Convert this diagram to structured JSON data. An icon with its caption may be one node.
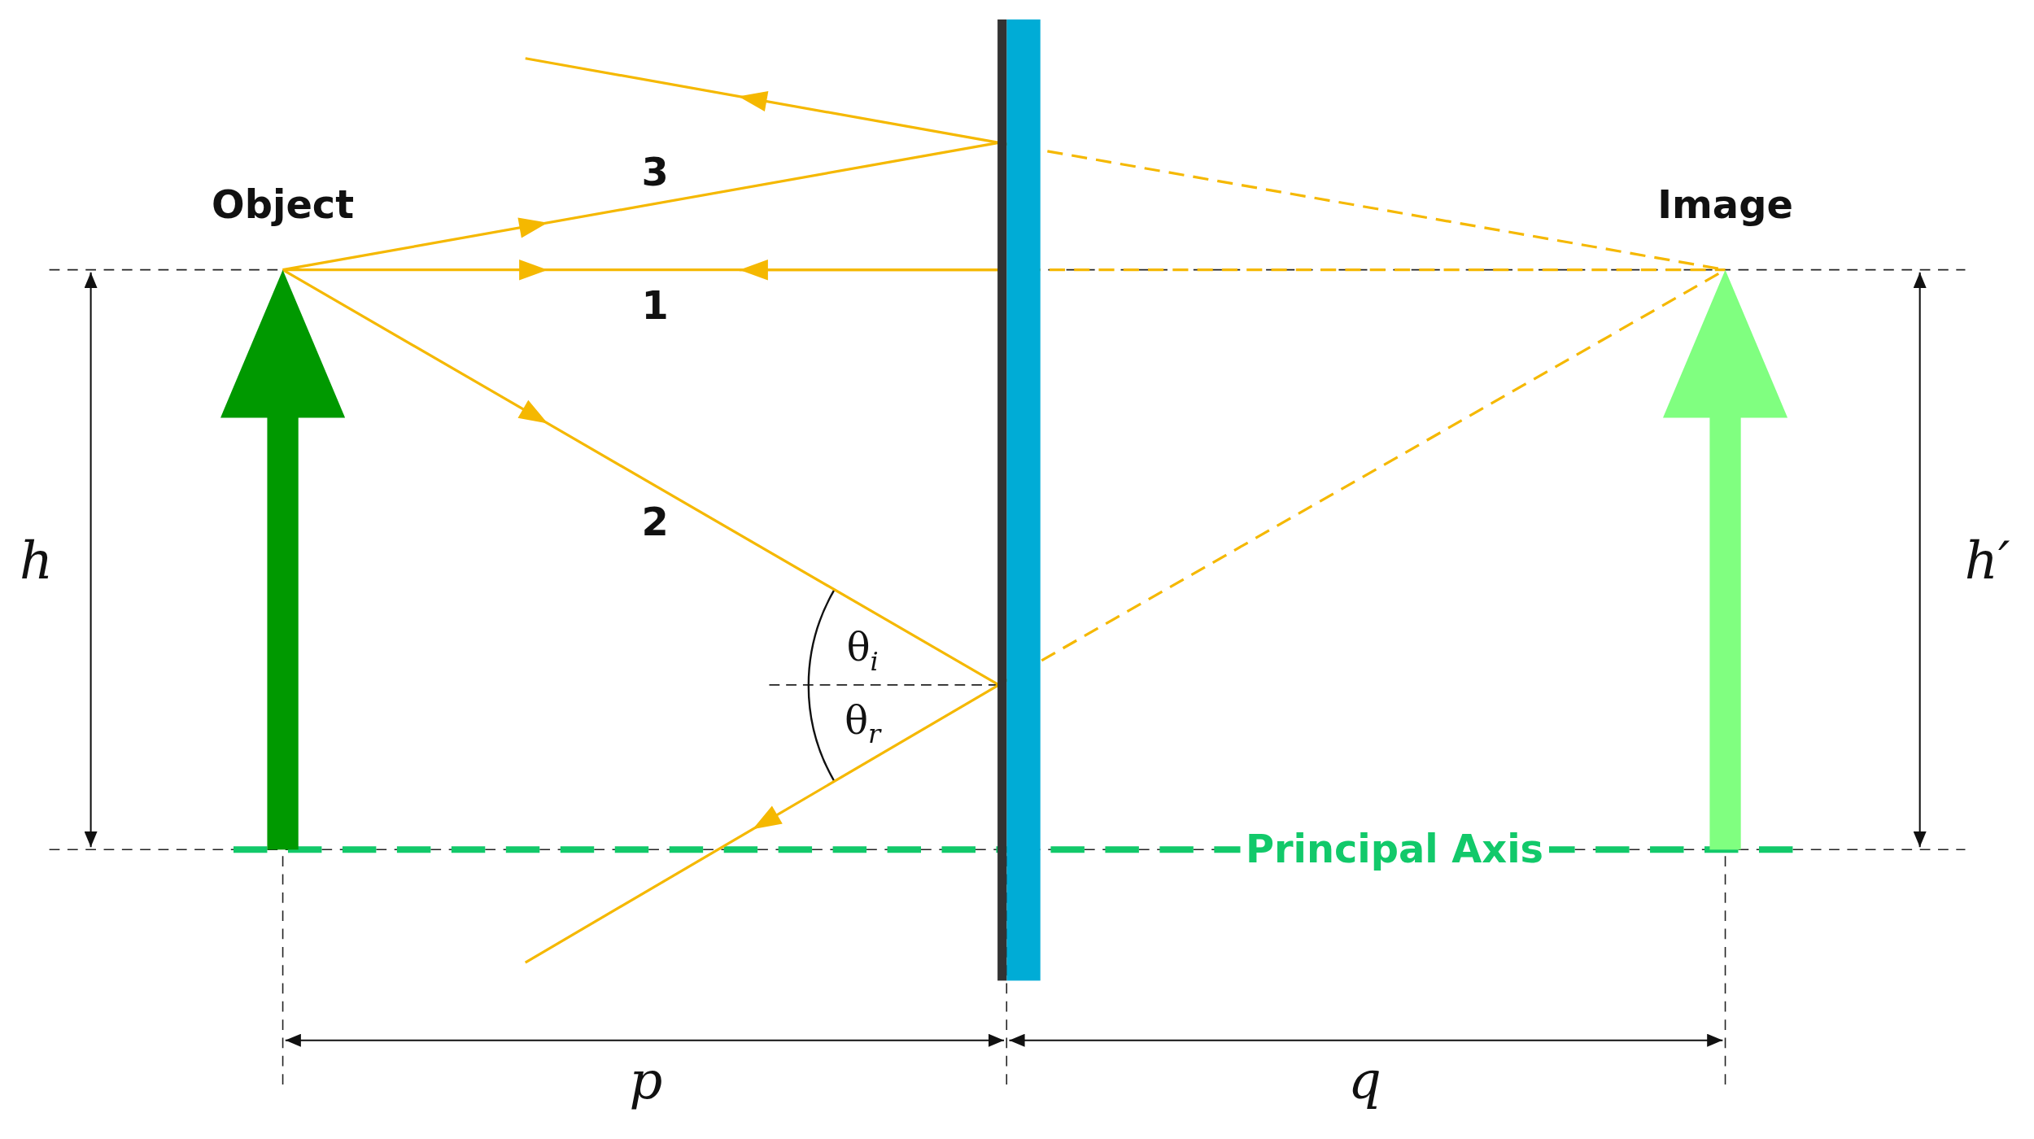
{
  "diagram": {
    "labels": [
      "3",
      "Object",
      "Image",
      "1",
      "2",
      "h",
      "h′",
      "θ$_{i}$",
      "θ$_{r}$",
      "Principal Axis",
      "p",
      "q"
    ]
  }
}
